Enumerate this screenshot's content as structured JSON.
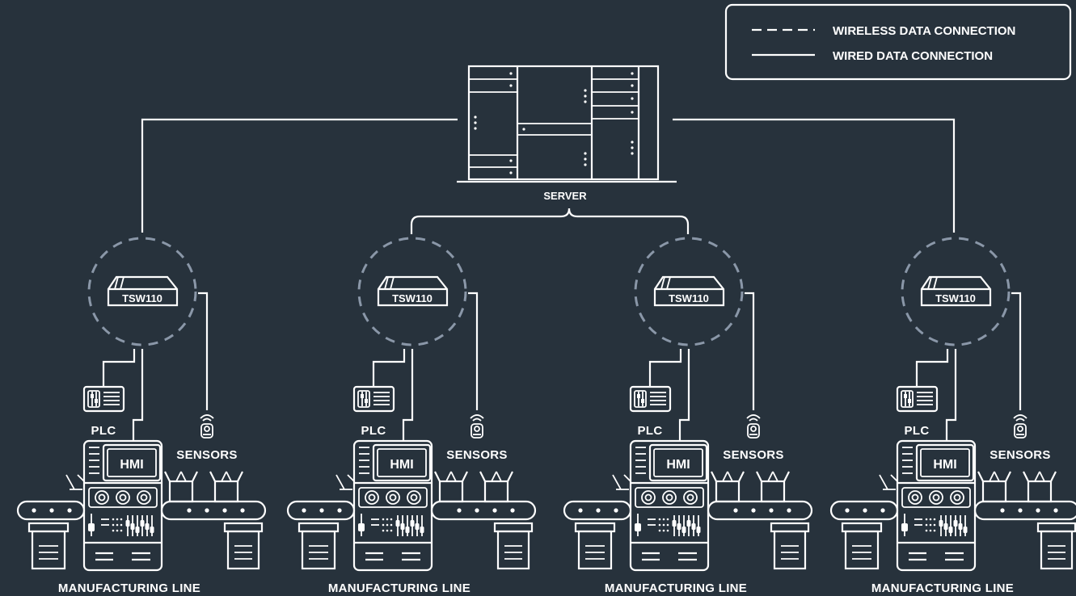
{
  "legend": {
    "wireless_label": "WIRELESS DATA CONNECTION",
    "wired_label": "WIRED DATA CONNECTION"
  },
  "server": {
    "label": "SERVER"
  },
  "lines": [
    {
      "switch_label": "TSW110",
      "plc_label": "PLC",
      "sensors_label": "SENSORS",
      "hmi_label": "HMI",
      "line_label": "MANUFACTURING LINE"
    },
    {
      "switch_label": "TSW110",
      "plc_label": "PLC",
      "sensors_label": "SENSORS",
      "hmi_label": "HMI",
      "line_label": "MANUFACTURING LINE"
    },
    {
      "switch_label": "TSW110",
      "plc_label": "PLC",
      "sensors_label": "SENSORS",
      "hmi_label": "HMI",
      "line_label": "MANUFACTURING LINE"
    },
    {
      "switch_label": "TSW110",
      "plc_label": "PLC",
      "sensors_label": "SENSORS",
      "hmi_label": "HMI",
      "line_label": "MANUFACTURING LINE"
    }
  ],
  "colors": {
    "background": "#27323c",
    "line": "#ffffff",
    "wireless_ring": "#8a97a8"
  },
  "icons": {
    "server": "server-rack-icon",
    "switch": "network-switch-icon",
    "plc": "plc-controller-icon",
    "sensor": "wireless-sensor-icon",
    "machine": "hmi-machine-icon"
  }
}
